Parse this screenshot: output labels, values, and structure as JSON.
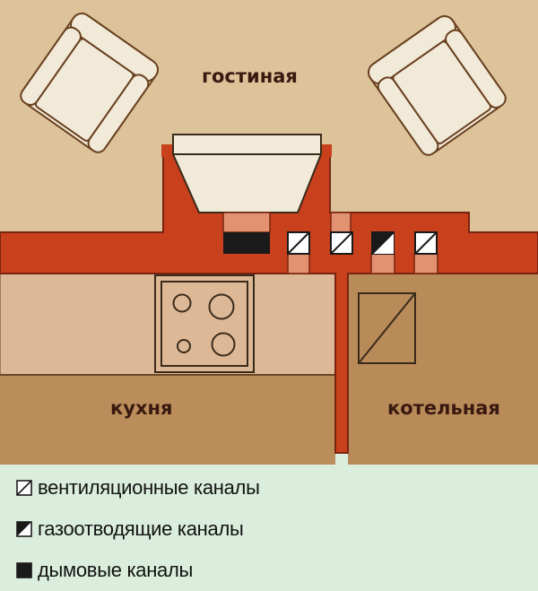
{
  "rooms": {
    "living": "гостиная",
    "kitchen": "кухня",
    "boiler": "котельная"
  },
  "legend": [
    {
      "symbol": "ventilation",
      "label": "вентиляционные каналы"
    },
    {
      "symbol": "gas-flue",
      "label": "газоотводящие каналы"
    },
    {
      "symbol": "smoke",
      "label": "дымовые каналы"
    }
  ],
  "colors": {
    "living_floor": "#dcc39a",
    "kitchen_counter": "#dcb896",
    "kitchen_floor": "#bb8d5a",
    "boiler_floor": "#b88b59",
    "wall": "#c8401c",
    "wall_outline": "#7a2410",
    "channel_light": "#e29271",
    "furniture": "#f1ead8",
    "smoke_channel": "#1a1a1a",
    "legend_bg": "#dbeedd"
  }
}
